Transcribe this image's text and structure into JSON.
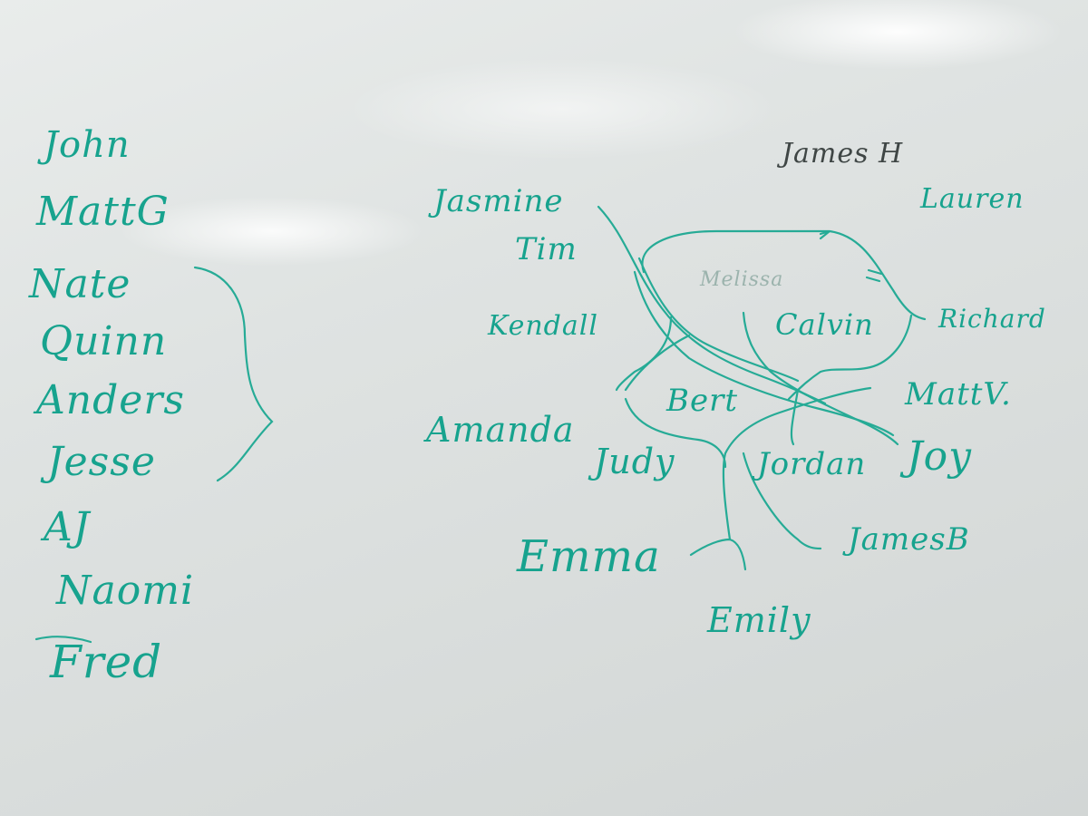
{
  "colors": {
    "marker": "#17a38e",
    "faint": "#9bb3ad",
    "dark": "#3f4645"
  },
  "left_list": [
    "John",
    "MattG",
    "Nate",
    "Quinn",
    "Anders",
    "Jesse",
    "AJ",
    "Naomi",
    "Fred"
  ],
  "network": {
    "james_h": "James H",
    "lauren": "Lauren",
    "jasmine": "Jasmine",
    "tim": "Tim",
    "melissa": "Melissa",
    "kendall": "Kendall",
    "calvin": "Calvin",
    "richard": "Richard",
    "matt_v": "MattV.",
    "bert": "Bert",
    "amanda": "Amanda",
    "judy": "Judy",
    "jordan": "Jordan",
    "joy": "Joy",
    "emma": "Emma",
    "james_b": "JamesB",
    "emily": "Emily"
  }
}
